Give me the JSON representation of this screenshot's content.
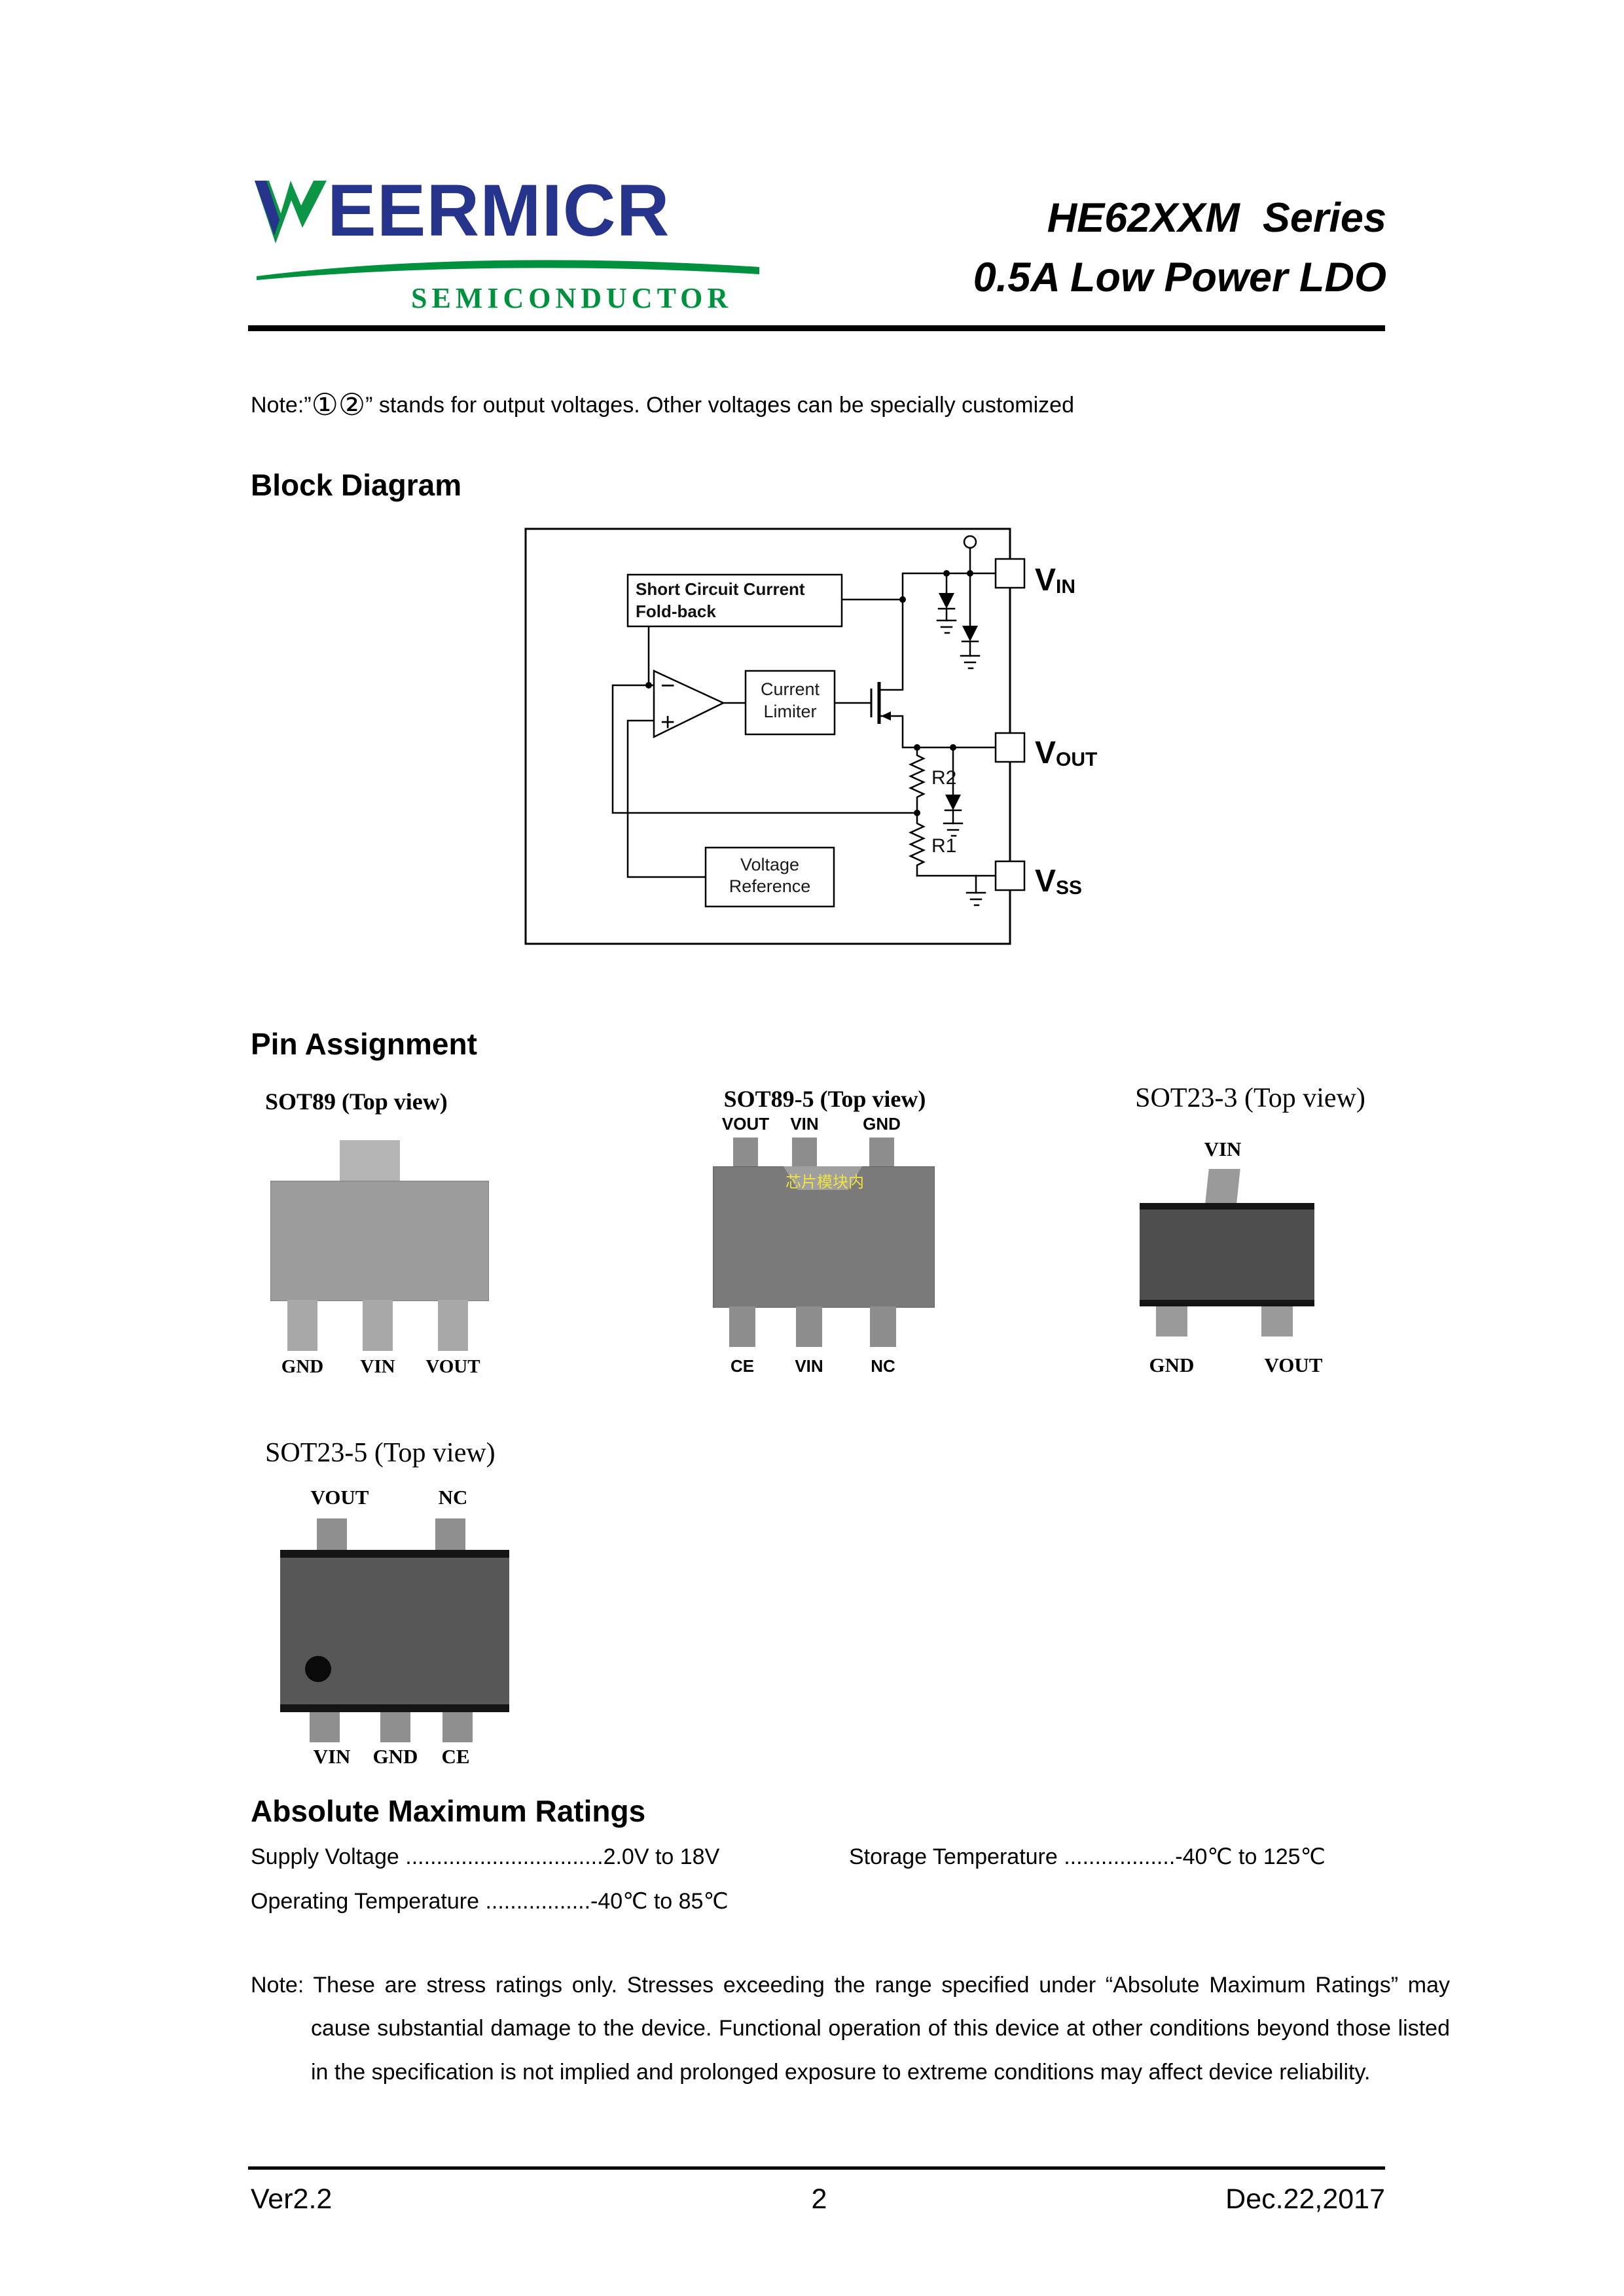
{
  "header": {
    "brand": "EERMICR",
    "brand_sub": "SEMICONDUCTOR",
    "title_line1": "HE62XXM  Series",
    "title_line2": "0.5A Low Power LDO"
  },
  "top_note": {
    "prefix": "Note:”",
    "circled": "①②",
    "suffix": "” stands for output voltages. Other voltages can be specially customized"
  },
  "block_diagram": {
    "heading": "Block Diagram",
    "scc_line1": "Short Circuit Current",
    "scc_line2": "Fold-back",
    "cl_line1": "Current",
    "cl_line2": "Limiter",
    "vr_line1": "Voltage",
    "vr_line2": "Reference",
    "r2": "R2",
    "r1": "R1",
    "opamp_minus": "−",
    "opamp_plus": "+",
    "pins": [
      {
        "main": "V",
        "sub": "IN"
      },
      {
        "main": "V",
        "sub": "OUT"
      },
      {
        "main": "V",
        "sub": "SS"
      }
    ]
  },
  "pin_assignment": {
    "heading": "Pin Assignment",
    "sot89": {
      "title": "SOT89 (Top view)",
      "bottom_labels": [
        "GND",
        "VIN",
        "VOUT"
      ]
    },
    "sot89_5": {
      "title": "SOT89-5 (Top view)",
      "top_labels": [
        "VOUT",
        "VIN",
        "GND"
      ],
      "bottom_labels": [
        "CE",
        "VIN",
        "NC"
      ],
      "watermark": "芯片模块内"
    },
    "sot23_3": {
      "title": "SOT23-3 (Top view)",
      "top_labels": [
        "VIN"
      ],
      "bottom_labels": [
        "GND",
        "VOUT"
      ]
    },
    "sot23_5": {
      "title": "SOT23-5 (Top view)",
      "top_labels": [
        "VOUT",
        "NC"
      ],
      "bottom_labels": [
        "VIN",
        "GND",
        "CE"
      ]
    }
  },
  "abs_max": {
    "heading": "Absolute Maximum Ratings",
    "supply": "Supply Voltage ................................2.0V to 18V",
    "storage": "Storage Temperature ..................-40℃  to 125℃",
    "operating": "Operating Temperature .................-40℃  to 85℃",
    "note": "Note: These are stress ratings only. Stresses exceeding the range specified under “Absolute Maximum Ratings” may cause substantial damage to the device. Functional operation of this device at other conditions beyond those listed in the specification is not implied and prolonged exposure to extreme conditions may affect device reliability."
  },
  "footer": {
    "version": "Ver2.2",
    "page": "2",
    "date": "Dec.22,2017"
  }
}
